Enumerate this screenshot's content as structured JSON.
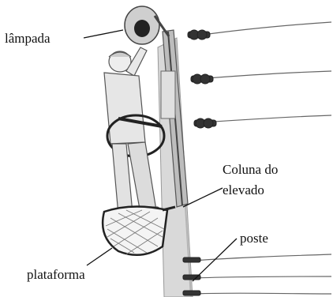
{
  "labels": {
    "lampada": "lâmpada",
    "coluna_line1": "Coluna do",
    "coluna_line2": "elevado",
    "poste": "poste",
    "plataforma": "plataforma"
  },
  "colors": {
    "ink": "#111111",
    "wire": "#555555",
    "pole": "#d8d8d8",
    "column": "#c9c9c9",
    "worker": "#e6e6e6"
  }
}
